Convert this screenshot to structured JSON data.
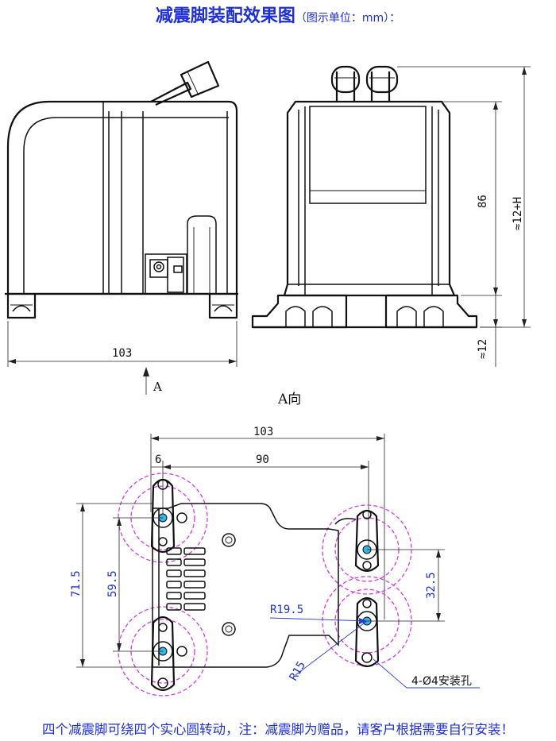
{
  "title": {
    "main": "减震脚装配效果图",
    "unit": "（图示单位：mm）："
  },
  "view_label_arrow": "A",
  "view_label_direction": "A向",
  "dimensions": {
    "front_width": "103",
    "side_height": "86",
    "side_total": "≈12+H",
    "side_foot": "≈12",
    "bottom_width": "103",
    "bottom_offset": "6",
    "bottom_hole_span": "90",
    "left_outer": "71.5",
    "left_inner": "59.5",
    "right_vertical": "32.5",
    "radius_large": "R19.5",
    "radius_small": "R15",
    "holes_callout": "4-Ø4安装孔"
  },
  "footer_note": "四个减震脚可绕四个实心圆转动，注：减震脚为赠品，请客户根据需要自行安装！",
  "colors": {
    "title": "#1e2fd6",
    "dashed_circles": "#d43be0",
    "hole_fill": "#37b6e3"
  }
}
